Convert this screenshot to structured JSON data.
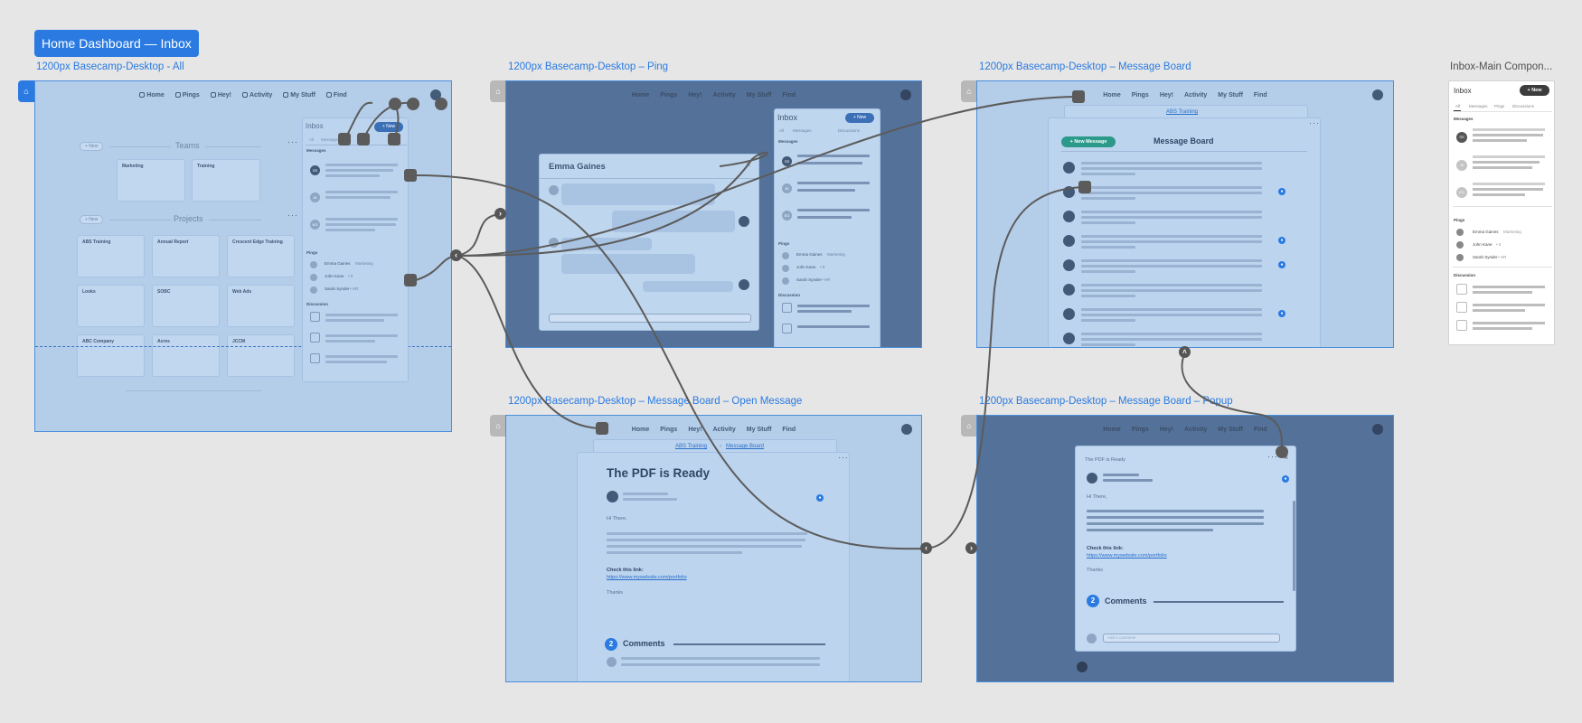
{
  "flow_title": "Home Dashboard — Inbox",
  "colors": {
    "accent": "#2a7ae2",
    "frame_light": "#b4cde9",
    "frame_dark": "#547299",
    "wire": "#5b5b5b",
    "canvas": "#e6e6e6"
  },
  "frames": {
    "all": {
      "label": "1200px Basecamp-Desktop - All"
    },
    "ping": {
      "label": "1200px Basecamp-Desktop – Ping"
    },
    "board": {
      "label": "1200px Basecamp-Desktop – Message Board"
    },
    "open": {
      "label": "1200px Basecamp-Desktop – Message Board – Open Message"
    },
    "popup": {
      "label": "1200px Basecamp-Desktop – Message Board – Popup"
    },
    "component": {
      "label": "Inbox-Main Compon..."
    }
  },
  "nav": {
    "home": "Home",
    "pings": "Pings",
    "hey": "Hey!",
    "activity": "Activity",
    "mystuff": "My Stuff",
    "find": "Find"
  },
  "dashboard": {
    "teams_title": "Teams",
    "projects_title": "Projects",
    "new_label": "+ New",
    "teams": [
      "Marketing",
      "Training"
    ],
    "projects": [
      "ABS Training",
      "Annual Report",
      "Crescent Edge Training",
      "Looks",
      "SOBC",
      "Web Ads",
      "ABC Company",
      "Acres",
      "JCCM"
    ]
  },
  "inbox": {
    "title": "Inbox",
    "new_label": "+ New",
    "tabs": [
      "All",
      "Messages",
      "Pings",
      "Discussions"
    ],
    "messages_header": "Messages",
    "pings_header": "Pings",
    "discussion_header": "Discussion",
    "avatars": [
      "SS",
      "JK",
      "EG"
    ],
    "pings": [
      "Emma Gaines",
      "John Kane",
      "Sarah Synder"
    ],
    "ping_notes": [
      "Marketing",
      "• 5",
      "• HR"
    ]
  },
  "ping_popup": {
    "name": "Emma Gaines"
  },
  "message_board": {
    "breadcrumb": "ABS Training",
    "new_message": "+ New Message",
    "title": "Message Board"
  },
  "open_message": {
    "crumb_project": "ABS Training",
    "crumb_board": "Message Board",
    "title": "The PDF is Ready",
    "greeting": "Hi There,",
    "check_link": "Check this link:",
    "url": "https://www.mywebsite.com/portfolio",
    "thanks": "Thanks",
    "comments_count": "2",
    "comments_label": "Comments"
  },
  "popup": {
    "title": "The PDF is Ready",
    "greeting": "Hi There,",
    "check_link": "Check this link:",
    "url": "https://www.mywebsite.com/portfolio",
    "thanks": "Thanks",
    "comments_count": "2",
    "comments_label": "Comments",
    "comment_placeholder": "Add a comment"
  },
  "component": {
    "title": "Inbox",
    "new_label": "+ New",
    "tabs": [
      "All",
      "Messages",
      "Pings",
      "Discussions"
    ],
    "messages_header": "Messages",
    "pings_header": "Pings",
    "discussion_header": "Discussion",
    "avatars": [
      "SS",
      "JK",
      "EG"
    ],
    "pings": [
      "Emma Gaines",
      "John Kane",
      "Sarah Synder"
    ],
    "ping_notes": [
      "Marketing",
      "• 5",
      "• HR"
    ]
  }
}
